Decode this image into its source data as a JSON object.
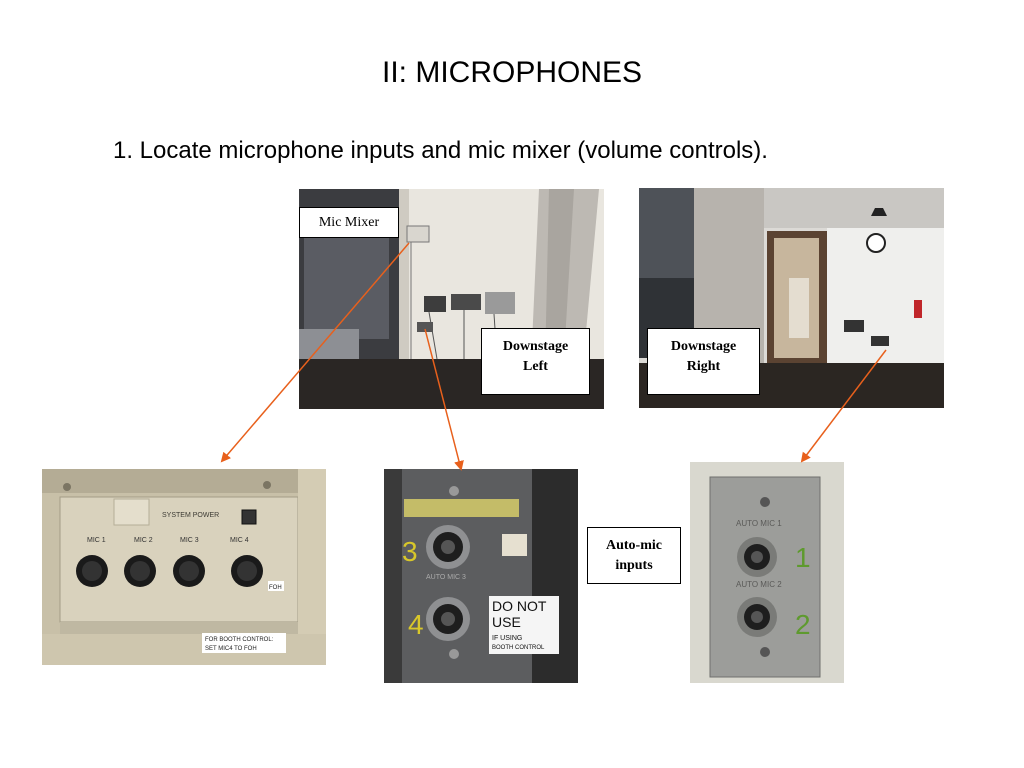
{
  "slide": {
    "title": "II: MICROPHONES",
    "bullet": "1.  Locate microphone inputs and mic mixer (volume controls)."
  },
  "callouts": {
    "mic_mixer": "Mic Mixer",
    "downstage_left_1": "Downstage",
    "downstage_left_2": "Left",
    "downstage_right_1": "Downstage",
    "downstage_right_2": "Right",
    "auto_mic_1": "Auto-mic",
    "auto_mic_2": "inputs"
  },
  "mixer_photo": {
    "system_power": "SYSTEM POWER",
    "knobs": [
      "MIC 1",
      "MIC 2",
      "MIC 3",
      "MIC 4"
    ],
    "foh_tag": "FOH",
    "sticker_line1": "FOR BOOTH CONTROL:",
    "sticker_line2": "SET MIC4 TO FOH"
  },
  "left_jack_photo": {
    "number_top": "3",
    "number_bottom": "4",
    "stamp": "AUTO MIC 3",
    "sign_line1": "DO NOT",
    "sign_line2": "USE",
    "sign_line3": "IF USING",
    "sign_line4": "BOOTH CONTROL"
  },
  "right_jack_photo": {
    "label_top": "AUTO MIC 1",
    "label_bottom": "AUTO MIC 2",
    "number_top": "1",
    "number_bottom": "2"
  },
  "colors": {
    "arrow": "#E8601C",
    "hand_number_yellow": "#D8C72A",
    "hand_number_green": "#5E9A2E"
  }
}
